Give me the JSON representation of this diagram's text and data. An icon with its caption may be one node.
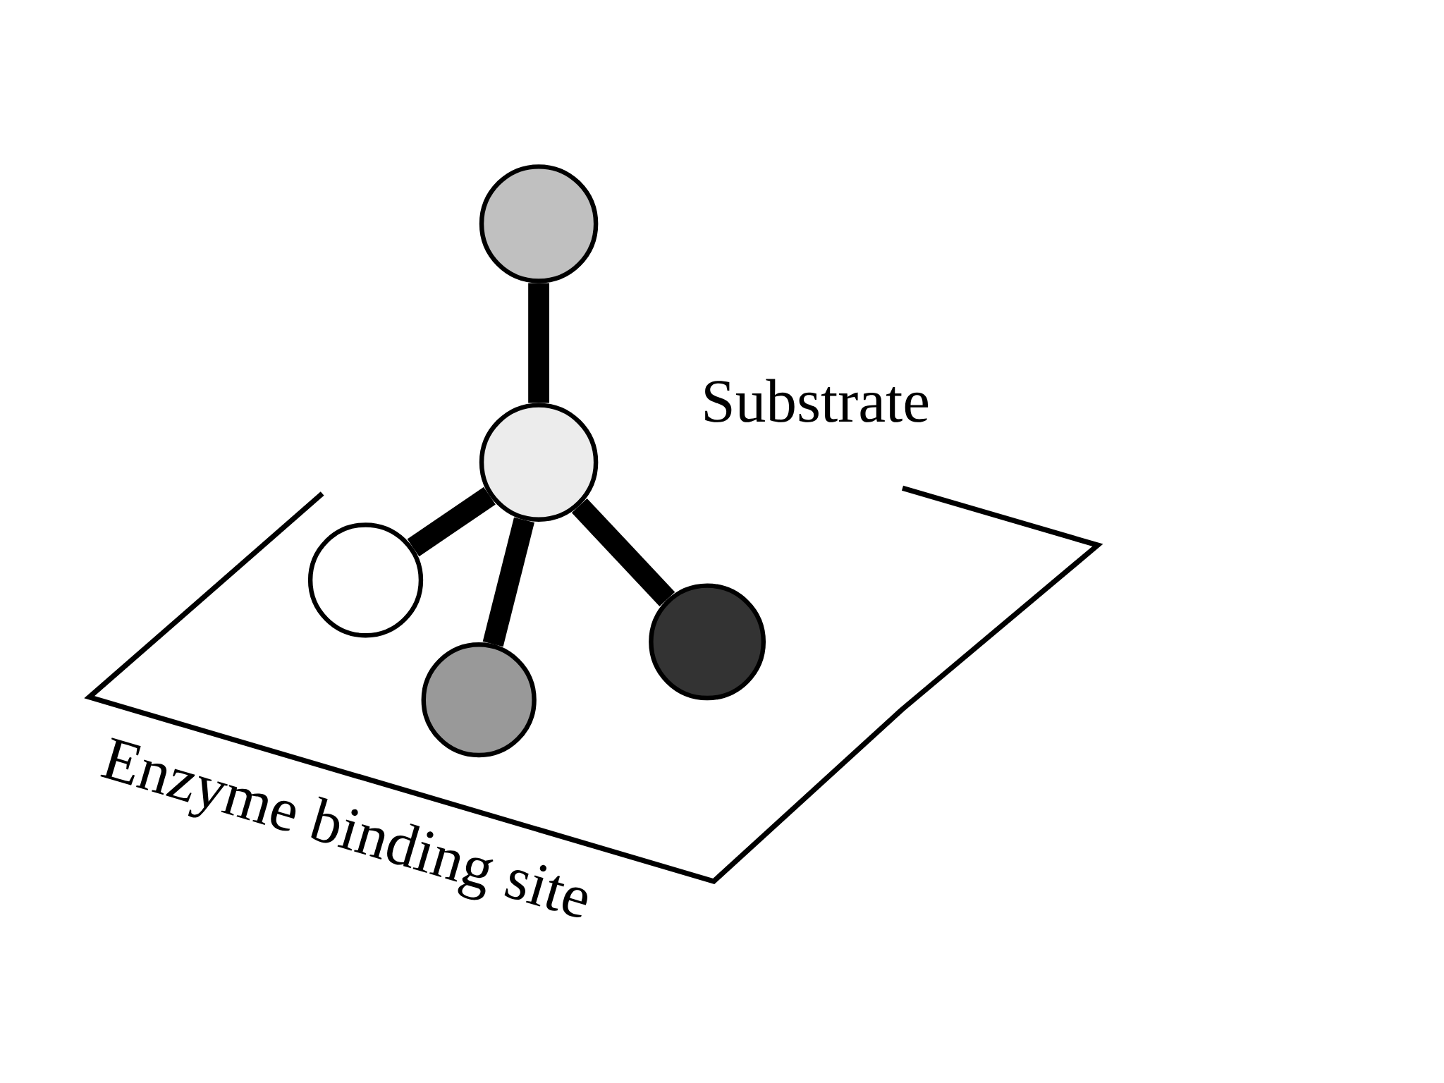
{
  "diagram": {
    "nodes": [
      {
        "text": [],
        "shape": "circle"
      },
      {
        "text": [],
        "shape": "circle"
      },
      {
        "text": [],
        "shape": "circle"
      },
      {
        "text": [],
        "shape": "circle"
      },
      {
        "text": [],
        "shape": "circle"
      }
    ],
    "edges": [
      {
        "from": 1,
        "to": 0,
        "arrow": "none"
      },
      {
        "from": 1,
        "to": 2,
        "arrow": "none"
      },
      {
        "from": 1,
        "to": 3,
        "arrow": "none"
      },
      {
        "from": 1,
        "to": 4,
        "arrow": "none"
      }
    ],
    "labels": [
      "Substrate",
      "Enzyme binding site"
    ]
  }
}
